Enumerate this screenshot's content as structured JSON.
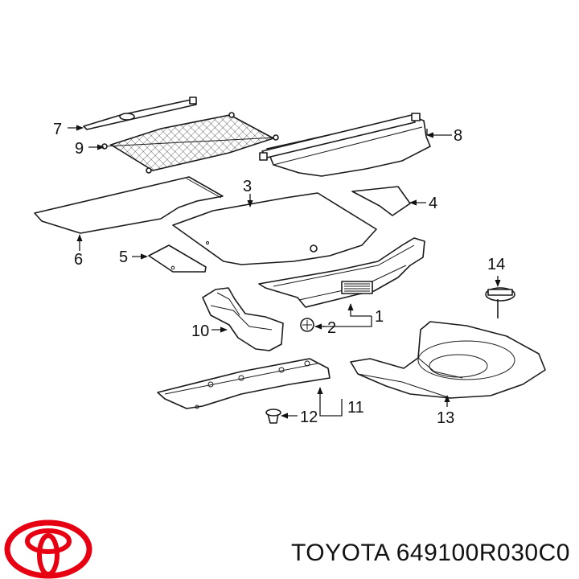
{
  "callouts": [
    "1",
    "2",
    "3",
    "4",
    "5",
    "6",
    "7",
    "8",
    "9",
    "10",
    "11",
    "12",
    "13",
    "14"
  ],
  "footer": {
    "part_number": "TOYOTA 649100R030C0"
  },
  "colors": {
    "line": "#1a1a1a",
    "logo": "#e60012",
    "background": "#ffffff"
  },
  "icons": {
    "logo": "toyota-logo-icon"
  }
}
